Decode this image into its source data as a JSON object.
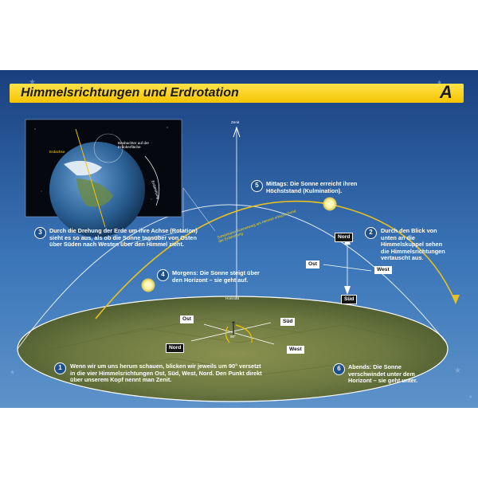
{
  "title": "Himmelsrichtungen und Erdrotation",
  "badge": "A",
  "colors": {
    "bg": "#2d62a8",
    "titlebar": "#ffd400",
    "sun": "#fff4a0",
    "path": "#e8c020",
    "ground": "#6b7a3c"
  },
  "labels": {
    "zenit": "Zenit",
    "horizont": "Horizont",
    "deg90": "90°",
    "erdachse": "Erdachse",
    "beobachter": "Beobachter auf der Erdoberfläche",
    "erddrehung": "Erddrehung",
    "sky_path": "Scheinbarer Sonnenweg am Himmel entsprechend der Erddrehung"
  },
  "directions": {
    "nord": "Nord",
    "ost": "Ost",
    "sued": "Süd",
    "west": "West"
  },
  "items": [
    {
      "n": "1",
      "text": "Wenn wir um uns herum schauen, blicken wir jeweils um 90° versetzt in die vier Himmelsrichtungen Ost, Süd, West, Nord. Den Punkt direkt über unserem Kopf nennt man Zenit."
    },
    {
      "n": "2",
      "text": "Durch den Blick von unten an die Himmelskuppel sehen die Himmelsrichtungen vertauscht aus."
    },
    {
      "n": "3",
      "text": "Durch die Drehung der Erde um ihre Achse (Rotation) sieht es so aus, als ob die Sonne tagsüber von Osten über Süden nach Westen über den Himmel zieht."
    },
    {
      "n": "4",
      "text": "Morgens: Die Sonne steigt über den Horizont – sie geht auf."
    },
    {
      "n": "5",
      "text": "Mittags: Die Sonne erreicht ihren Höchststand (Kulmination)."
    },
    {
      "n": "6",
      "text": "Abends: Die Sonne verschwindet unter dem Horizont – sie geht unter."
    }
  ]
}
